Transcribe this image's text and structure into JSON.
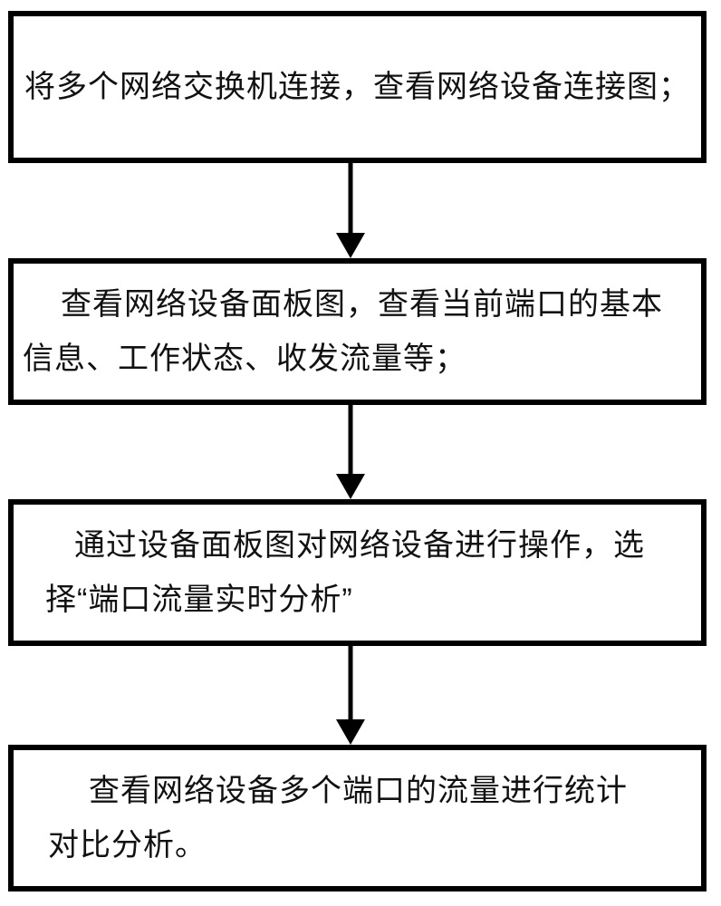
{
  "diagram": {
    "type": "flowchart",
    "orientation": "vertical",
    "background_color": "#ffffff",
    "box_border_color": "#000000",
    "text_color": "#111111",
    "arrow_color": "#000000",
    "steps": [
      {
        "id": 1,
        "text": "将多个网络交换机连接，查看网络设备连接图；",
        "lines": [
          "将多个网络交换机连接，查看网络设备连接图；"
        ]
      },
      {
        "id": 2,
        "text": "查看网络设备面板图，查看当前端口的基本信息、工作状态、收发流量等；",
        "lines": [
          "查看网络设备面板图，查看当前端口的基本",
          "信息、工作状态、收发流量等；"
        ]
      },
      {
        "id": 3,
        "text": "通过设备面板图对网络设备进行操作，选择“端口流量实时分析”",
        "lines": [
          "通过设备面板图对网络设备进行操作，选",
          "择“端口流量实时分析”"
        ]
      },
      {
        "id": 4,
        "text": "查看网络设备多个端口的流量进行统计对比分析。",
        "lines": [
          "查看网络设备多个端口的流量进行统计",
          "对比分析。"
        ]
      }
    ],
    "connectors": [
      {
        "from": 1,
        "to": 2,
        "style": "solid-line-filled-arrowhead-down"
      },
      {
        "from": 2,
        "to": 3,
        "style": "solid-line-filled-arrowhead-down"
      },
      {
        "from": 3,
        "to": 4,
        "style": "solid-line-filled-arrowhead-down"
      }
    ]
  }
}
